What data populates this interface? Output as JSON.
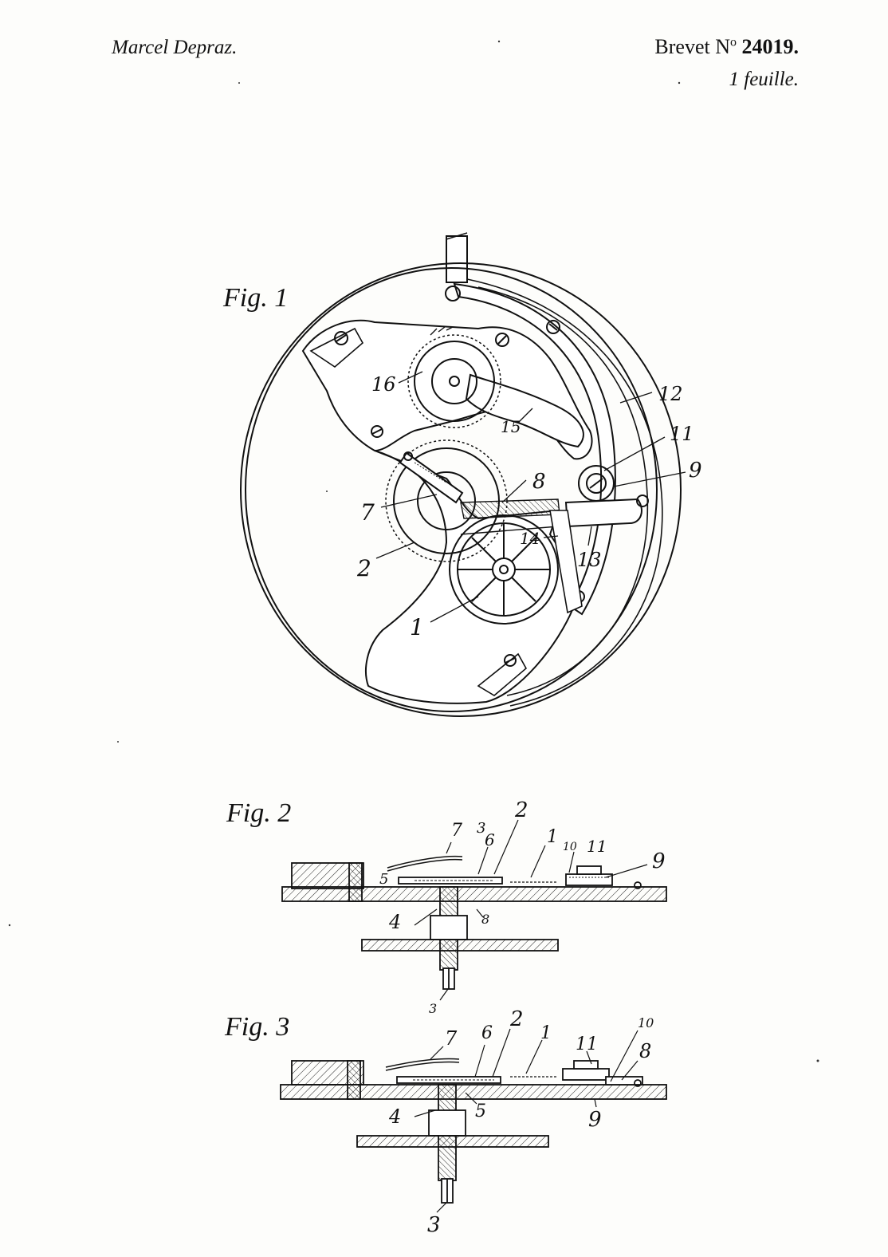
{
  "header": {
    "inventor": "Marcel Depraz.",
    "patent_prefix": "Brevet N",
    "patent_sup": "o",
    "patent_number": "24019.",
    "sheets": "1 feuille."
  },
  "figures": {
    "fig1": {
      "title": "Fig. 1",
      "labels": [
        "16",
        "15",
        "12",
        "11",
        "9",
        "8",
        "7",
        "14",
        "13",
        "2",
        "1"
      ]
    },
    "fig2": {
      "title": "Fig. 2",
      "labels": [
        "7",
        "3",
        "6",
        "2",
        "1",
        "10",
        "11",
        "9",
        "5",
        "8",
        "4",
        "3"
      ]
    },
    "fig3": {
      "title": "Fig. 3",
      "labels": [
        "7",
        "6",
        "2",
        "1",
        "11",
        "10",
        "8",
        "9",
        "5",
        "4",
        "3"
      ]
    }
  }
}
